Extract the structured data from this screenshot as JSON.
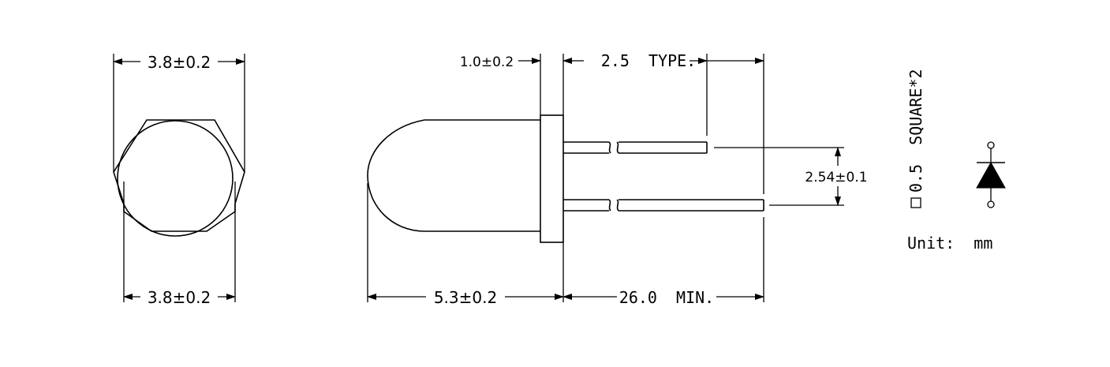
{
  "dimensions": {
    "front_top_width": "3.8±0.2",
    "front_bottom_width": "3.8±0.2",
    "flange_thickness": "1.0±0.2",
    "lead_spacing_top": "2.5  TYPE.",
    "lead_pitch": "2.54±0.1",
    "body_length": "5.3±0.2",
    "lead_length": "26.0  MIN."
  },
  "notes": {
    "lead_square": "0.5  SQUARE*2",
    "unit": "Unit:  mm"
  },
  "icons": {
    "lead_square_symbol": "square-outline-icon",
    "diode_symbol": "diode-icon"
  }
}
